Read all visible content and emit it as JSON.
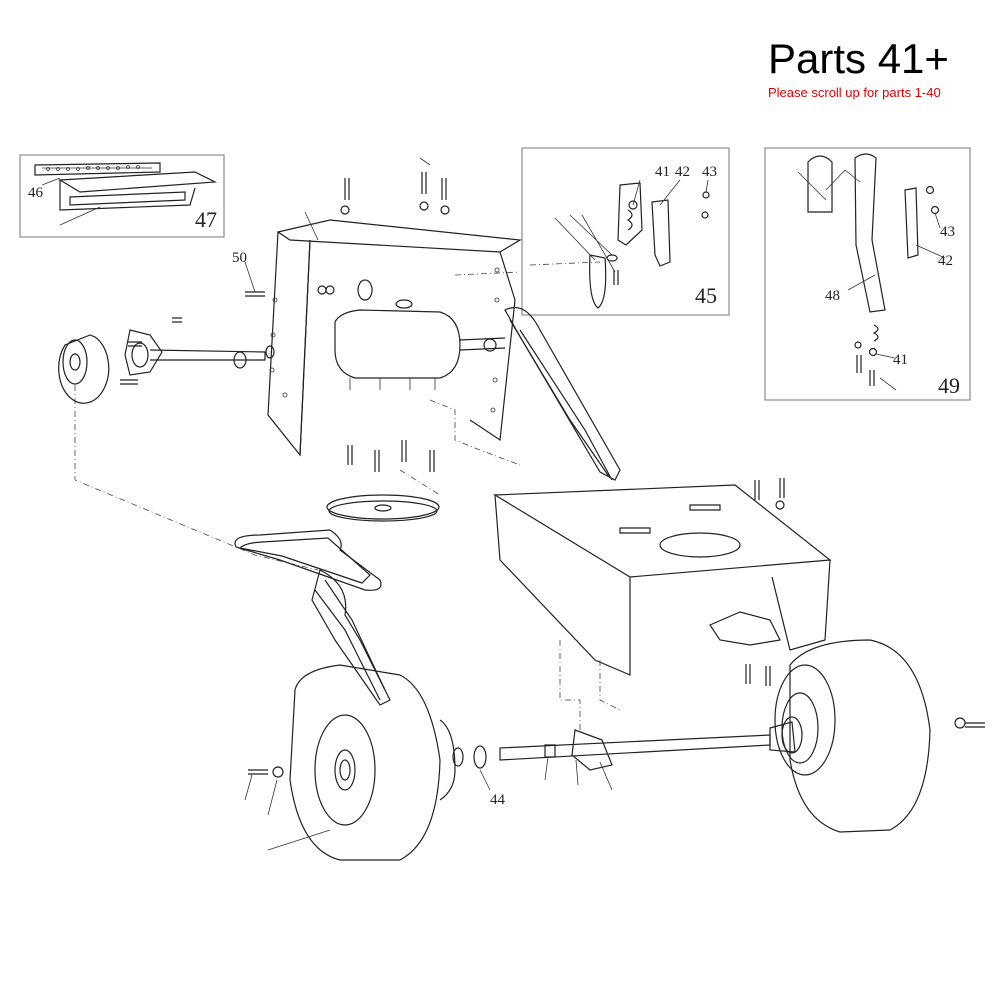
{
  "header": {
    "title": "Parts 41+",
    "subtitle": "Please scroll up for parts 1-40"
  },
  "callouts": {
    "p41a": "41",
    "p42a": "42",
    "p43a": "43",
    "p45": "45",
    "p46": "46",
    "p47": "47",
    "p50": "50",
    "p44": "44",
    "p48": "48",
    "p42b": "42",
    "p43b": "43",
    "p41b": "41",
    "p49": "49"
  },
  "colors": {
    "title": "#000000",
    "subtitle": "#e00000",
    "line": "#222222"
  }
}
